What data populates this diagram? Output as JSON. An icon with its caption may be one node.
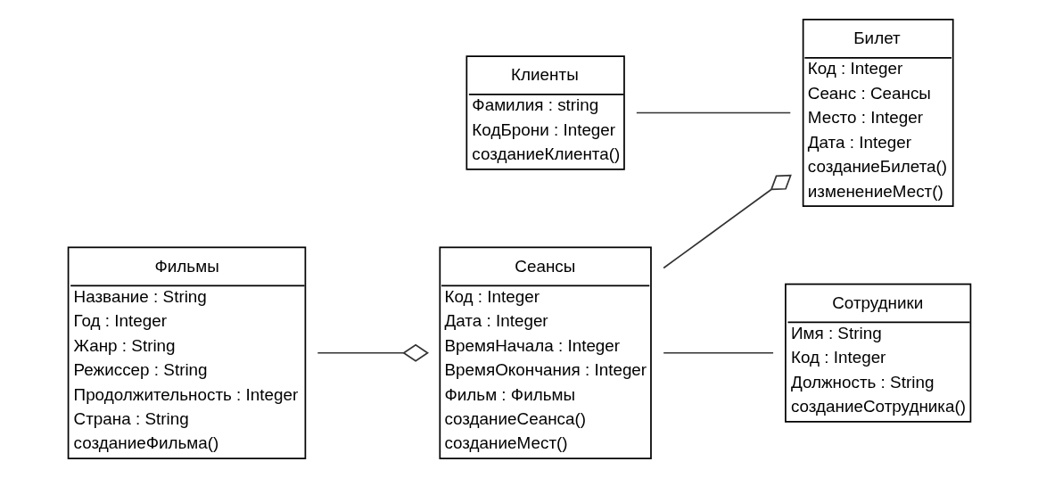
{
  "diagram": {
    "nodes": [
      {
        "text": [
          "Клиенты",
          "Фамилия : string",
          "КодБрони : Integer",
          "созданиеКлиента()"
        ]
      },
      {
        "text": [
          "Билет",
          "Код : Integer",
          "Сеанс : Сеансы",
          "Место : Integer",
          "Дата : Integer",
          "созданиеБилета()",
          "изменениеМест()"
        ]
      },
      {
        "text": [
          "Сеансы",
          "Код : Integer",
          "Дата : Integer",
          "ВремяНачала : Integer",
          "ВремяОкончания : Integer",
          "Фильм : Фильмы",
          "созданиеСеанса()",
          "созданиеМест()"
        ]
      },
      {
        "text": [
          "Сотрудники",
          "Имя : String",
          "Код : Integer",
          "Должность : String",
          "созданиеСотрудника()"
        ]
      },
      {
        "text": [
          "Фильмы",
          "Название : String",
          "Год : Integer",
          "Жанр : String",
          "Режиссер : String",
          "Продолжительность : Integer",
          "Страна : String",
          "созданиеФильма()"
        ]
      }
    ],
    "edges": [
      {
        "from": 0,
        "to": 1,
        "arrow": "none"
      },
      {
        "from": 2,
        "to": 1,
        "arrow": "other"
      },
      {
        "from": 2,
        "to": 3,
        "arrow": "none"
      },
      {
        "from": 4,
        "to": 2,
        "arrow": "other"
      }
    ]
  }
}
